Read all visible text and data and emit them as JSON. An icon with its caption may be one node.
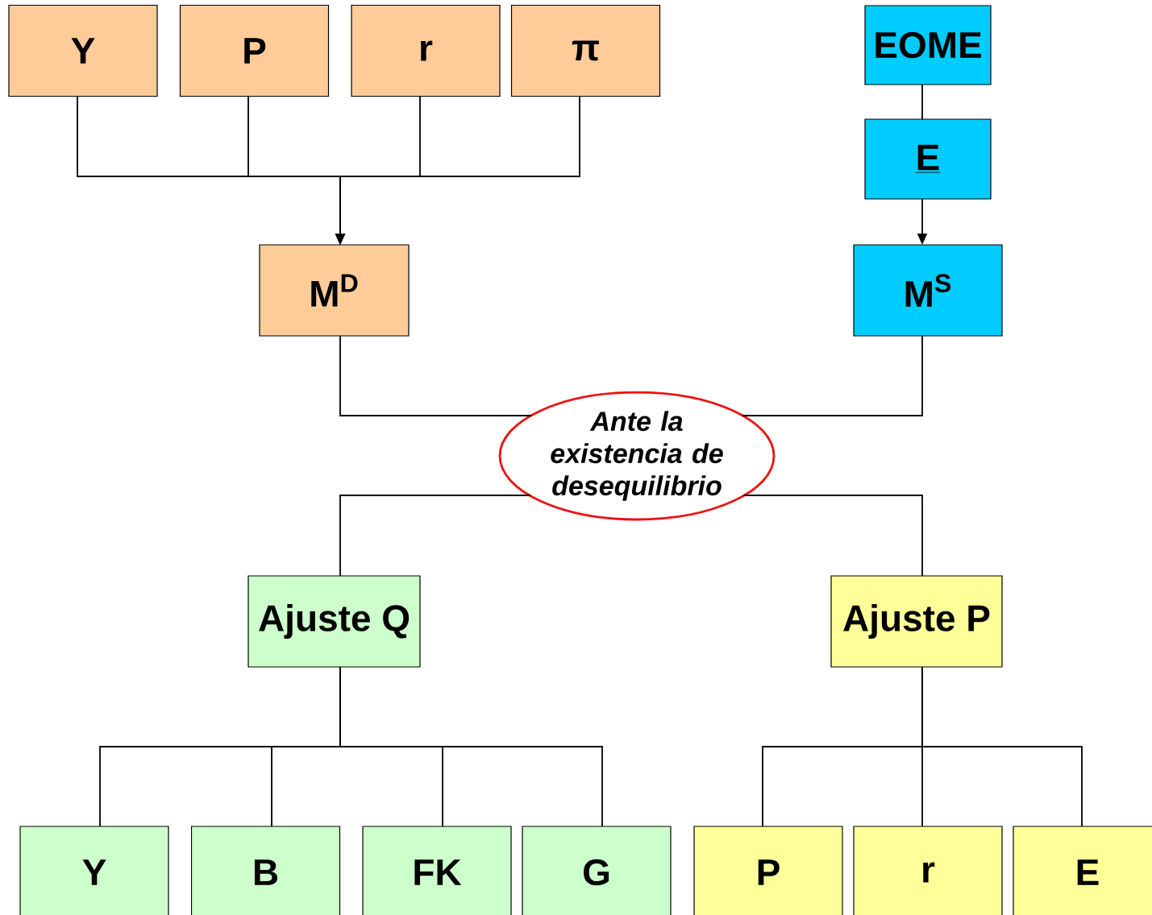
{
  "diagram": {
    "nodes": [
      {
        "text": [
          "Y"
        ]
      },
      {
        "text": [
          "P"
        ]
      },
      {
        "text": [
          "r"
        ]
      },
      {
        "text": [
          "π"
        ]
      },
      {
        "text": [
          "EOME"
        ]
      },
      {
        "text": [
          "E"
        ]
      },
      {
        "text": [
          "M$^{D}$"
        ]
      },
      {
        "text": [
          "M$^{S}$"
        ]
      },
      {
        "text": [
          "Ante la existencia de desequilibrio"
        ]
      },
      {
        "text": [
          "Ajuste Q"
        ]
      },
      {
        "text": [
          "Ajuste P"
        ]
      },
      {
        "text": [
          "Y"
        ]
      },
      {
        "text": [
          "B"
        ]
      },
      {
        "text": [
          "FK"
        ]
      },
      {
        "text": [
          "G"
        ]
      },
      {
        "text": [
          "P"
        ]
      },
      {
        "text": [
          "r"
        ]
      },
      {
        "text": [
          "E"
        ]
      }
    ],
    "edges": [
      {
        "from": 0,
        "to": 6,
        "arrow": "to"
      },
      {
        "from": 1,
        "to": 6,
        "arrow": "to"
      },
      {
        "from": 2,
        "to": 6,
        "arrow": "to"
      },
      {
        "from": 3,
        "to": 6,
        "arrow": "to"
      },
      {
        "from": 4,
        "to": 5,
        "arrow": "none"
      },
      {
        "from": 5,
        "to": 7,
        "arrow": "to"
      },
      {
        "from": 6,
        "to": 8,
        "arrow": "none"
      },
      {
        "from": 7,
        "to": 8,
        "arrow": "none"
      },
      {
        "from": 8,
        "to": 9,
        "arrow": "none"
      },
      {
        "from": 8,
        "to": 10,
        "arrow": "none"
      },
      {
        "from": 9,
        "to": 11,
        "arrow": "none"
      },
      {
        "from": 9,
        "to": 12,
        "arrow": "none"
      },
      {
        "from": 9,
        "to": 13,
        "arrow": "none"
      },
      {
        "from": 9,
        "to": 14,
        "arrow": "none"
      },
      {
        "from": 10,
        "to": 15,
        "arrow": "none"
      },
      {
        "from": 10,
        "to": 16,
        "arrow": "none"
      },
      {
        "from": 10,
        "to": 17,
        "arrow": "none"
      }
    ]
  }
}
